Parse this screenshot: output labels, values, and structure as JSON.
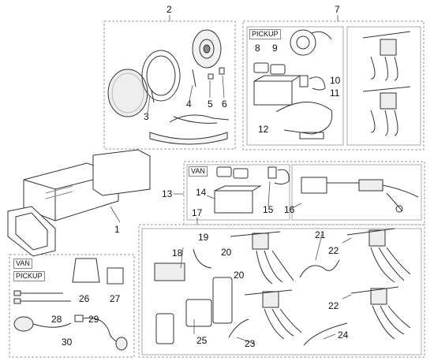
{
  "callouts": {
    "n1": "1",
    "n2": "2",
    "n3": "3",
    "n4": "4",
    "n5": "5",
    "n6": "6",
    "n7": "7",
    "n8": "8",
    "n9": "9",
    "n10": "10",
    "n11": "11",
    "n12": "12",
    "n13": "13",
    "n14": "14",
    "n15": "15",
    "n16": "16",
    "n17": "17",
    "n18": "18",
    "n19": "19",
    "n20a": "20",
    "n20b": "20",
    "n21": "21",
    "n22a": "22",
    "n22b": "22",
    "n23": "23",
    "n24": "24",
    "n25": "25",
    "n26": "26",
    "n27": "27",
    "n28": "28",
    "n29": "29",
    "n30": "30"
  },
  "tags": {
    "pickup_top": "PICKUP",
    "van_mid": "VAN",
    "van_left": "VAN",
    "pickup_left": "PICKUP"
  }
}
